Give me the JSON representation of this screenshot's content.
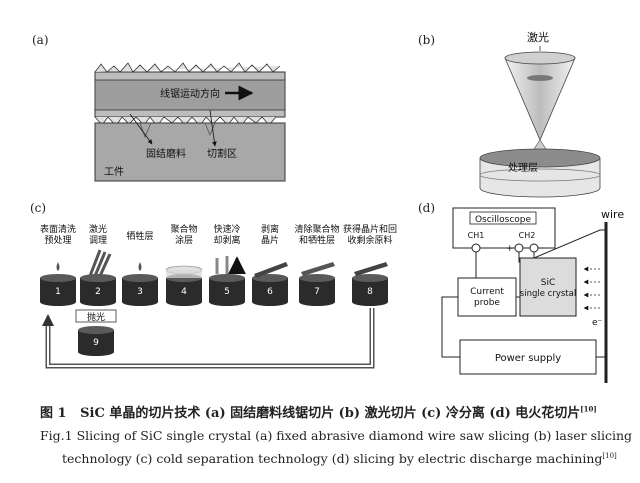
{
  "panel_a": {
    "label": "(a)",
    "direction_text": "线锯运动方向",
    "abrasive_label": "固结磨料",
    "cut_zone_label": "切割区",
    "workpiece_label": "工件"
  },
  "panel_b": {
    "label": "(b)",
    "laser_label": "激光",
    "layer_label": "处理层"
  },
  "panel_c": {
    "label": "(c)",
    "steps": [
      {
        "num": "1",
        "line1": "表面清洗",
        "line2": "预处理"
      },
      {
        "num": "2",
        "line1": "激光",
        "line2": "调理"
      },
      {
        "num": "3",
        "line1": "牺牲层",
        "line2": ""
      },
      {
        "num": "4",
        "line1": "聚合物",
        "line2": "涂层"
      },
      {
        "num": "5",
        "line1": "快速冷",
        "line2": "却剥离"
      },
      {
        "num": "6",
        "line1": "剥离",
        "line2": "晶片"
      },
      {
        "num": "7",
        "line1": "清除聚合物",
        "line2": "和牺牲层"
      },
      {
        "num": "8",
        "line1": "获得晶片和回",
        "line2": "收剩余原料"
      }
    ],
    "polish": {
      "num": "9",
      "label": "抛光"
    }
  },
  "panel_d": {
    "label": "(d)",
    "oscilloscope": "Oscilloscope",
    "ch1": "CH1",
    "ch2": "CH2",
    "plus": "+",
    "minus": "-",
    "wire": "wire",
    "current_probe_1": "Current",
    "current_probe_2": "probe",
    "sic_1": "SiC",
    "sic_2": "single crystal",
    "electron": "e⁻",
    "power_supply": "Power supply"
  },
  "caption": {
    "zh_prefix": "图 1",
    "zh_body": "SiC 单晶的切片技术 (a) 固结磨料线锯切片 (b) 激光切片 (c) 冷分离 (d) 电火花切片",
    "ref": "[10]",
    "en_line1": "Fig.1    Slicing of SiC single crystal (a) fixed abrasive diamond wire saw slicing (b) laser slicing",
    "en_line2": "technology (c) cold separation technology (d) slicing by electric discharge machining",
    "ref2": "[10]"
  }
}
